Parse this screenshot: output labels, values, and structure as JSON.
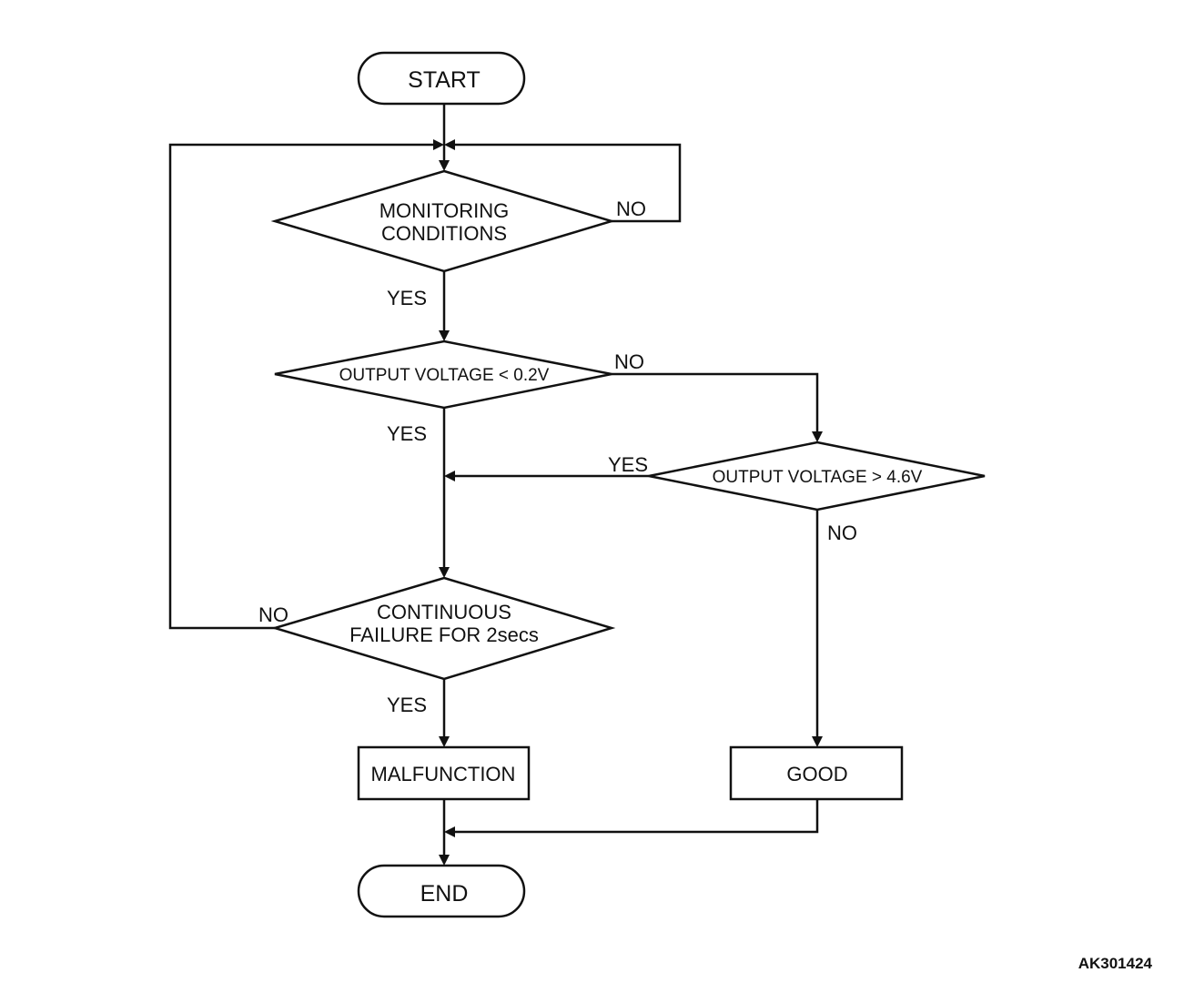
{
  "flowchart": {
    "start": "START",
    "monitoring": {
      "line1": "MONITORING",
      "line2": "CONDITIONS"
    },
    "output_low": "OUTPUT VOLTAGE < 0.2V",
    "output_high": "OUTPUT VOLTAGE > 4.6V",
    "continuous": {
      "line1": "CONTINUOUS",
      "line2": "FAILURE FOR 2secs"
    },
    "malfunction": "MALFUNCTION",
    "good": "GOOD",
    "end": "END",
    "labels": {
      "monitoring_no": "NO",
      "monitoring_yes": "YES",
      "output_low_no": "NO",
      "output_low_yes": "YES",
      "output_high_yes": "YES",
      "output_high_no": "NO",
      "continuous_no": "NO",
      "continuous_yes": "YES"
    }
  },
  "figure_code": "AK301424"
}
